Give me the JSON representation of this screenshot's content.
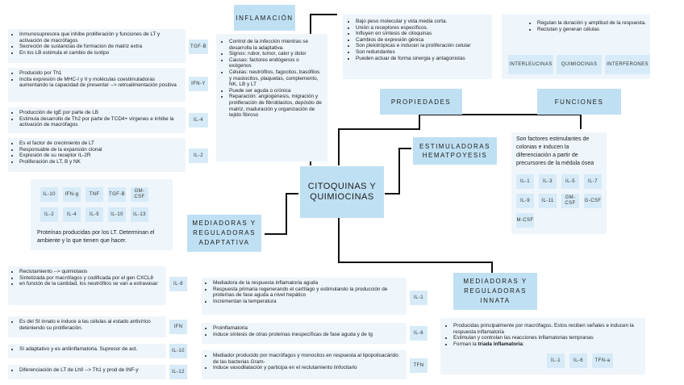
{
  "center": "CITOQUINAS Y QUIMIOCINAS",
  "inflamacion": {
    "title": "INFLAMACIÓN",
    "items": [
      "Control de la infección mientras se desarrolla la adaptativa.",
      "Signos: rubor, tumor, calor y dolor",
      "Causas: factores endógenos o exógenos",
      "Células: neutrófilos, fagocitos, basófilos y mastocitos, plaquetas, complemento, NK, LB y LT",
      "Puede ser aguda o crónica",
      "Reparación: angiogénesis, migración y proliferación de fibroblastos, depósito de matriz, maduración y organización de tejido fibroso"
    ]
  },
  "adaptativa": {
    "title": "MEDIADORAS Y REGULADORAS ADAPTATIVA",
    "tags": [
      "IL-10",
      "IFN-g",
      "TNF",
      "TGF-B",
      "GM-CSF",
      "IL-2",
      "IL-4",
      "IL-5",
      "IL-10",
      "IL-13"
    ],
    "text": "Proteínas producidas por los LT. Determinan el ambiente y lo que tienen que hacer.",
    "rows": [
      {
        "tag": "TGF-B",
        "items": [
          "Inmunosupresora que inhibe proliferación y funciones de LT y activación de macrófagos",
          "Secreción de sustancias de formacion de matriz extra",
          "En los LB estimula el cambio de isotipo"
        ]
      },
      {
        "tag": "IFN-Y",
        "items": [
          "Producido por Th1",
          "Incita expresión de MHC-I y II y moléculas coestimuladoras aumentando la capacidad de presentar --> retroalimentación positiva"
        ]
      },
      {
        "tag": "IL-4",
        "items": [
          "Producción de IgE por parte de LB",
          "Estimula desarrollo de Th2 por parte de TCD4+ vírgenes e inhibe la activación de macrófagos"
        ]
      },
      {
        "tag": "IL-2",
        "items": [
          "Es el factor de crecimiento de LT",
          "Responsable de la expansión clonal",
          "Expresión de su receptor IL-2R",
          "Proliferación de LT, B y NK"
        ]
      }
    ]
  },
  "propiedades": {
    "title": "PROPIEDADES",
    "items": [
      "Bajo peso molecular y vida media corta.",
      "Unión a receptores específicos.",
      "Influyen en síntesis de citoquinas",
      "Cambios de expresión génica",
      "Son pleiotrópicas e inducen la proliferación celular",
      "Son redundantes",
      "Pueden actuar de forma sinergia y antagonistas"
    ]
  },
  "funciones": {
    "title": "FUNCIONES",
    "items": [
      "Regulan la duración y amplitud de la respuesta.",
      "Reclutan y generan células"
    ],
    "tags": [
      "INTERLEUCINAS",
      "QUIMIOCINAS",
      "INTERFERONES"
    ]
  },
  "hematopoyesis": {
    "title": "ESTIMULADORAS HEMATPOYESIS",
    "text": "Son factores estimulantes de colonias e inducen la diferenciación a partir de precursores de la médula ósea",
    "tags": [
      "IL-1",
      "IL-3",
      "IL-5",
      "IL-7",
      "IL-9",
      "IL-11",
      "GM-CSF",
      "G-CSF",
      "M-CSF"
    ]
  },
  "innata": {
    "title": "MEDIADORAS Y REGULADORAS INNATA",
    "items": [
      "Producidas principalmente por macrófagos. Estos reciben señales e inducen la respuesta inflamatoria",
      "Estimulan y controlan las reacciones inflamatorias tempranas"
    ],
    "triad_prefix": "Forman la ",
    "triad_bold": "triada inflamatoria",
    "triad_suffix": ":",
    "tags": [
      "IL-1",
      "IL-6",
      "TFN-a"
    ]
  },
  "left_bottom": [
    {
      "tag": "IL-8",
      "items": [
        "Reclutamiento --> quimiotaxis",
        "Sintetizada por macrófagos y codificada por el gen CXCL8",
        "en función de la cantidad, los neutrófilos se van a extravasar"
      ]
    },
    {
      "tag": "IFN",
      "items": [
        "Es del SI innato e induce a las células al estado antivírico deteniendo su proliferación."
      ]
    },
    {
      "tag": "IL-10",
      "items": [
        "SI adaptativo y es antiinflamatoria. Supresor de act."
      ]
    },
    {
      "tag": "IL-12",
      "items": [
        "Diferenciación de LT de Lh0 --> Th1 y prod de INF-y"
      ]
    }
  ],
  "mid_bottom": [
    {
      "tag": "IL-1",
      "items": [
        "Mediadora de la respuesta inflamatoria aguda",
        "Respuesta primaria regenerando el cartílago y estimulando la producción de proteínas de fase aguda a nivel hepático",
        "Incrementan la temperatura"
      ]
    },
    {
      "tag": "IL-6",
      "items": [
        "Proinflamatoria",
        "Induce síntesis de otras proteínas inespecíficas de fase aguda y de Ig"
      ]
    },
    {
      "tag": "TFN",
      "items": [
        "Mediador producido por macrófagos y monocitos en respuesta al lipopolisacárido de las bacterias Gram-",
        "Induce vasodilatación y participa en el reclutamiento linfocitario"
      ]
    }
  ]
}
